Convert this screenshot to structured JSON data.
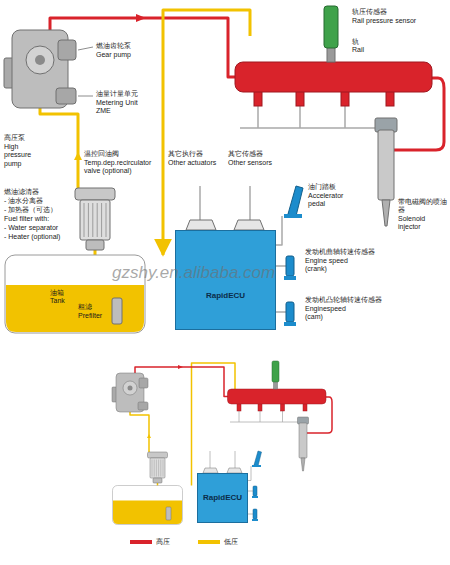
{
  "diagram": {
    "nodes": [
      {
        "text": [
          "轨",
          "Rail"
        ]
      },
      {
        "text": [
          "RapidECU"
        ]
      },
      {
        "text": [
          "油箱",
          "Tank"
        ]
      },
      {
        "text": [
          "RapidECU"
        ]
      }
    ],
    "edges": [
      {
        "from": 0,
        "to": 2,
        "arrow": "to"
      }
    ],
    "labels": [
      "轨压传感器",
      "Rail pressure sensor",
      "燃油齿轮泵",
      "Gear pump",
      "油量计量单元",
      "Metering Unit ZME",
      "高压泵",
      "High pressure pump",
      "温控回油阀",
      "Temp.dep.recirculator valve (optional)",
      "其它执行器",
      "Other actuators",
      "其它传感器",
      "Other sensors",
      "油门踏板",
      "Accelerator pedal",
      "带电磁阀的喷油器",
      "Solenoid injector",
      "燃油滤清器",
      "- 油水分离器",
      "- 加热器（可选）",
      "Fuel filter with:",
      "- Water separator",
      "- Heater (optional)",
      "发动机曲轴转速传感器",
      "Engine speed (crank)",
      "发动机凸轮轴转速传感器",
      "Enginespeed (cam)",
      "粗滤",
      "Prefilter",
      "gzshy.en.alibaba.com"
    ],
    "legend": [
      {
        "text": "高压",
        "color": "#d9232b"
      },
      {
        "text": "低压",
        "color": "#f2c200"
      }
    ]
  }
}
